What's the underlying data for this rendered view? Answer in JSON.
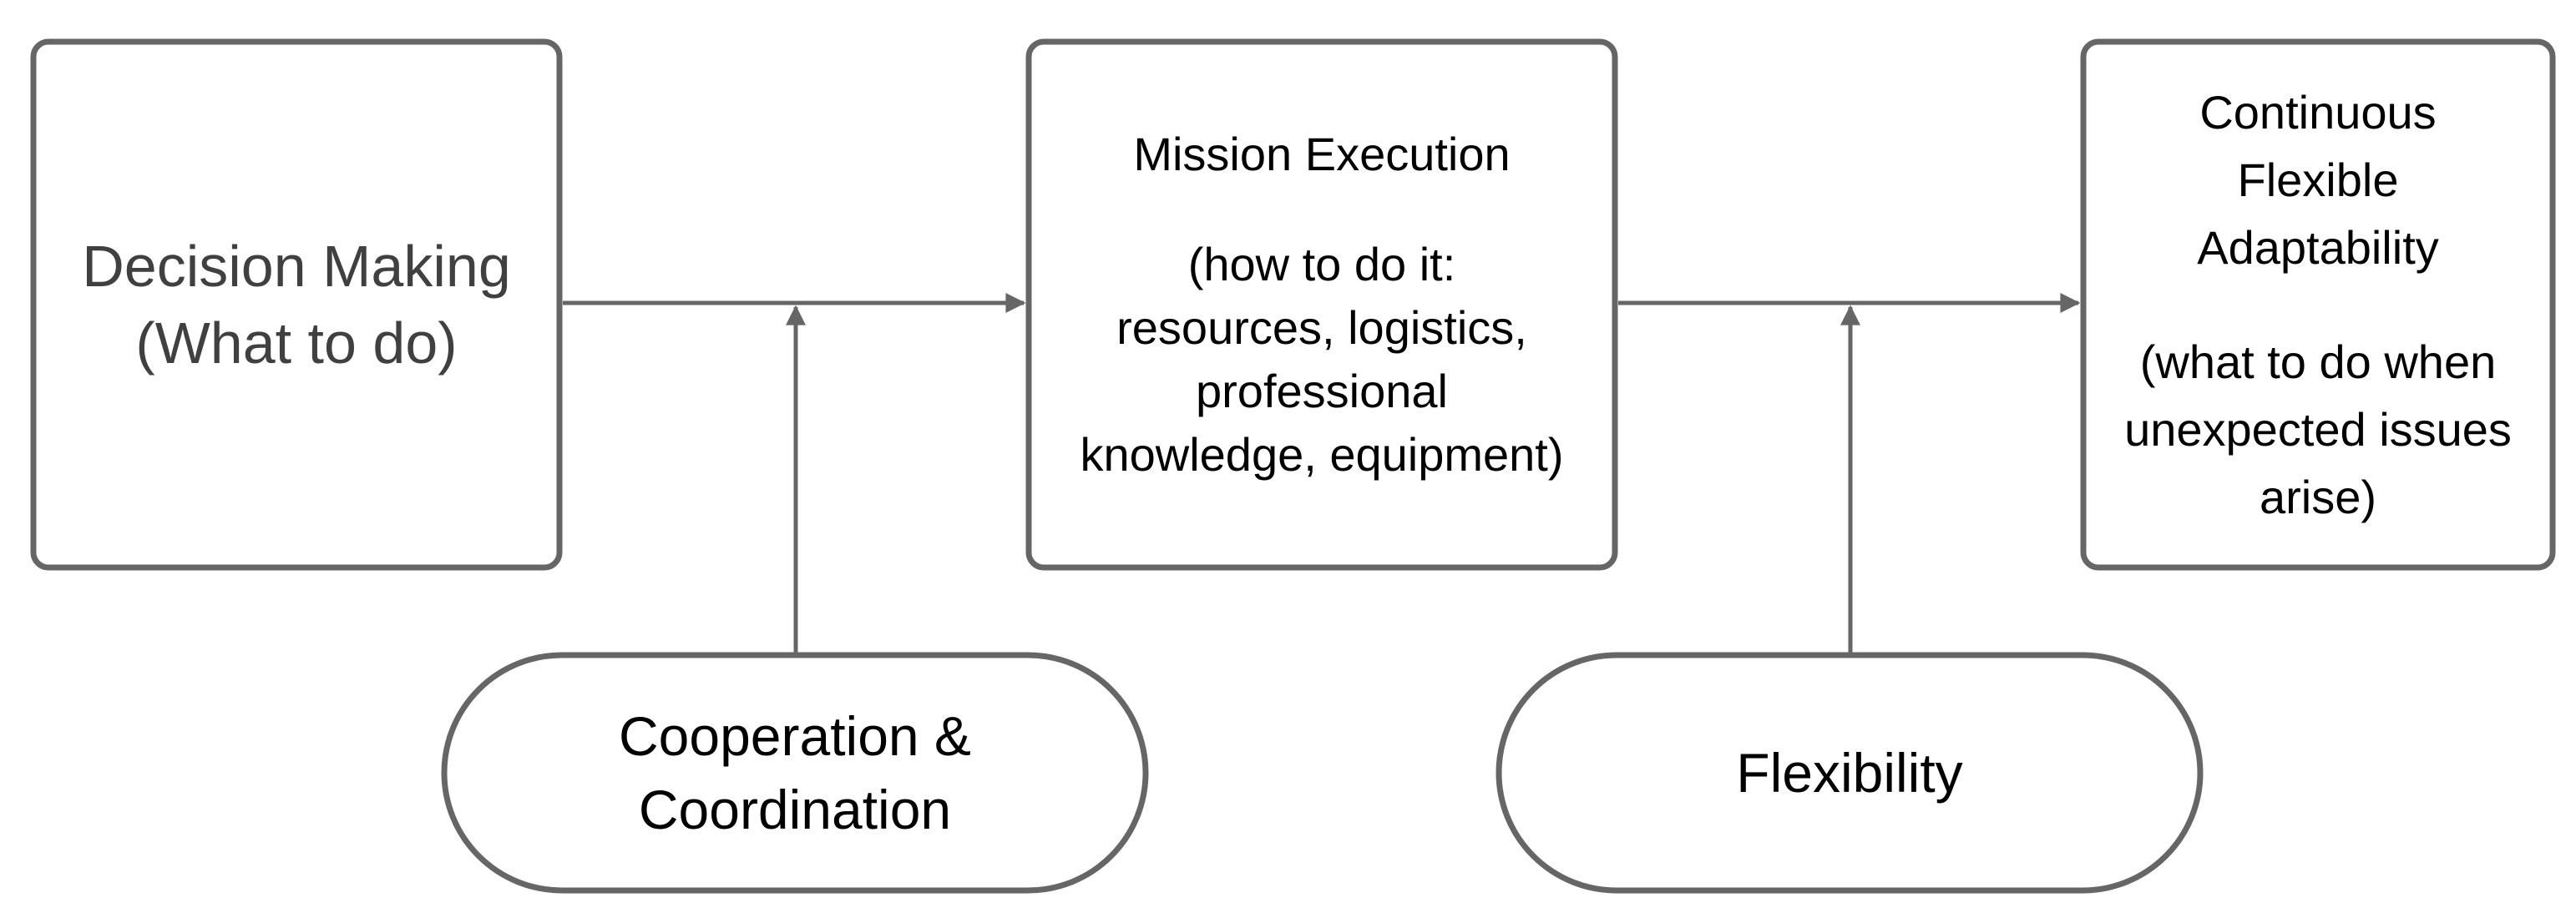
{
  "diagram": {
    "colors": {
      "stroke": "#666666",
      "text": "#000000",
      "muted_text": "#404040",
      "background": "#ffffff"
    },
    "nodes": {
      "decision_making": {
        "line1": "Decision Making",
        "line2": "(What to do)"
      },
      "mission_execution": {
        "title": "Mission Execution",
        "detail_line1": "(how to do it:",
        "detail_line2": "resources, logistics,",
        "detail_line3": "professional",
        "detail_line4": "knowledge, equipment)"
      },
      "continuous_adaptability": {
        "title_line1": "Continuous",
        "title_line2": "Flexible",
        "title_line3": "Adaptability",
        "detail_line1": "(what to do when",
        "detail_line2": "unexpected issues",
        "detail_line3": "arise)"
      },
      "cooperation": {
        "line1": "Cooperation &",
        "line2": "Coordination"
      },
      "flexibility": {
        "line1": "Flexibility"
      }
    }
  }
}
